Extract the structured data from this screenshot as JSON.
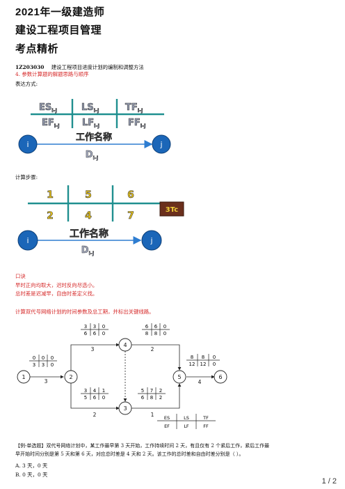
{
  "header": {
    "line1": "2021年一级建造师",
    "line2": "建设工程项目管理",
    "line3": "考点精析"
  },
  "section": {
    "code": "1Z203030",
    "title": "建设工程项目进度计划的编制和调整方法",
    "point": "4. 参数计算题的解题思路与顺序",
    "expr_label": "表达方式:"
  },
  "fig1": {
    "row1": [
      {
        "t": "ES",
        "s": "i-j"
      },
      {
        "t": "LS",
        "s": "i-j"
      },
      {
        "t": "TF",
        "s": "i-j"
      }
    ],
    "row2": [
      {
        "t": "EF",
        "s": "i-j"
      },
      {
        "t": "LF",
        "s": "i-j"
      },
      {
        "t": "FF",
        "s": "i-j"
      }
    ],
    "node_i": "i",
    "node_j": "j",
    "work_name": "工作名称",
    "duration": "D",
    "duration_sub": "i-j"
  },
  "steps_label": "计算步骤:",
  "fig2": {
    "row1": [
      "1",
      "5",
      "6"
    ],
    "row2": [
      "2",
      "4",
      "7"
    ],
    "badge": "3Tc",
    "node_i": "i",
    "node_j": "j",
    "work_name": "工作名称",
    "duration": "D",
    "duration_sub": "i-j"
  },
  "mnemonic": {
    "title": "口诀",
    "line1": "早时正向均取大，迟时反向尽选小。",
    "line2": "总时差是迟减早，自由时差定义找。"
  },
  "task": "计算双代号网络计划的时间参数及总工期，并标出关键线路。",
  "network": {
    "nodes": [
      "1",
      "2",
      "3",
      "4",
      "5",
      "6"
    ],
    "edges": [
      {
        "from": "1",
        "to": "2",
        "d": "3"
      },
      {
        "from": "2",
        "to": "4",
        "d": "3"
      },
      {
        "from": "2",
        "to": "3",
        "d": "2"
      },
      {
        "from": "4",
        "to": "5",
        "d": "2"
      },
      {
        "from": "3",
        "to": "5",
        "d": "1"
      },
      {
        "from": "5",
        "to": "6",
        "d": "4"
      }
    ],
    "params": [
      {
        "top": [
          "0",
          "0",
          "0"
        ],
        "bot": [
          "3",
          "3",
          "0"
        ]
      },
      {
        "top": [
          "3",
          "3",
          "0"
        ],
        "bot": [
          "6",
          "6",
          "0"
        ]
      },
      {
        "top": [
          "6",
          "6",
          "0"
        ],
        "bot": [
          "8",
          "8",
          "0"
        ]
      },
      {
        "top": [
          "3",
          "4",
          "1"
        ],
        "bot": [
          "5",
          "6",
          "0"
        ]
      },
      {
        "top": [
          "5",
          "7",
          "2"
        ],
        "bot": [
          "6",
          "8",
          "2"
        ]
      },
      {
        "top": [
          "8",
          "8",
          "0"
        ],
        "bot": [
          "12",
          "12",
          "0"
        ]
      }
    ],
    "legend": {
      "top": [
        "ES",
        "LS",
        "TF"
      ],
      "bot": [
        "EF",
        "LF",
        "FF"
      ]
    }
  },
  "question": {
    "line1": "【例-单选题】双代号网络计划中，某工作最早第 3 天开始，工作持续时间 2 天，有且仅有 2 个紧后工作，紧后工作最",
    "line2": "早开始时间分别是第 5 天和第 6 天，对应总时差是 4 天和 2 天。该工作的总时差和自由时差分别是（    ）。",
    "optA": "A. 3 天，0 天",
    "optB": "B. 0 天，0 天"
  },
  "page_no": "1 / 2"
}
